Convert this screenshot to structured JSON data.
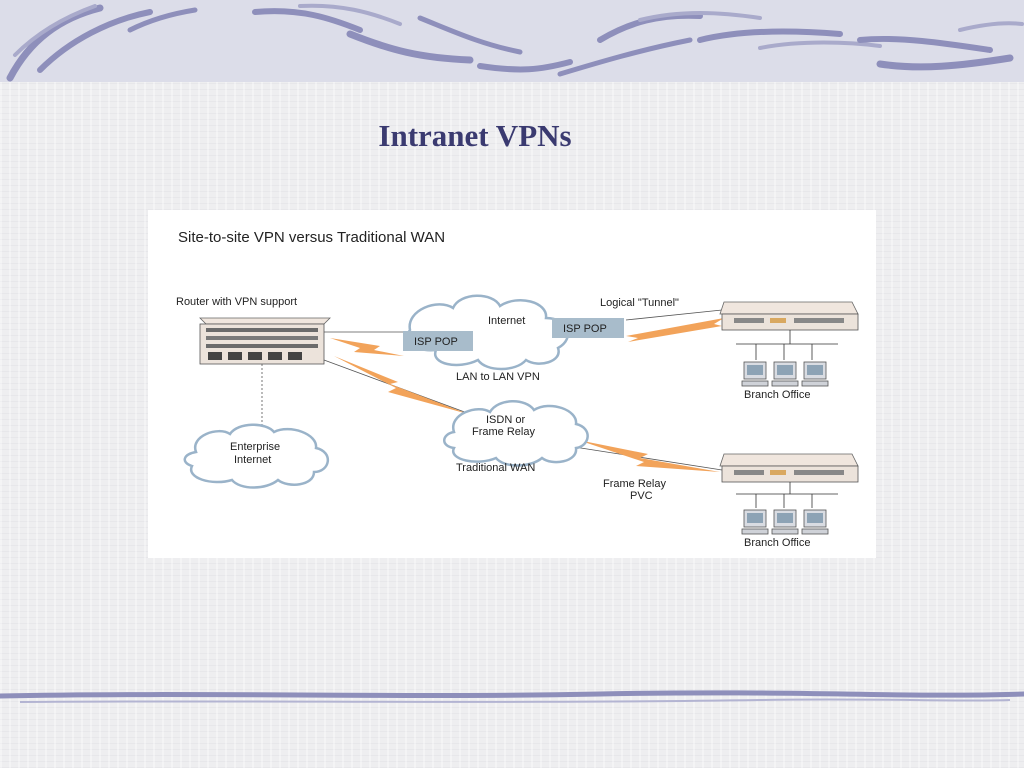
{
  "slide": {
    "title": "Intranet VPNs"
  },
  "diagram": {
    "title": "Site-to-site VPN versus Traditional WAN",
    "router_label": "Router with VPN support",
    "internet_cloud_label": "Internet",
    "isp_pop_left": "ISP POP",
    "isp_pop_right": "ISP POP",
    "tunnel_label": "Logical \"Tunnel\"",
    "lan_to_lan_label": "LAN to LAN VPN",
    "frame_relay_cloud_line1": "ISDN or",
    "frame_relay_cloud_line2": "Frame Relay",
    "traditional_wan_label": "Traditional WAN",
    "enterprise_cloud_line1": "Enterprise",
    "enterprise_cloud_line2": "Internet",
    "pvc_label_line1": "Frame Relay",
    "pvc_label_line2": "PVC",
    "branch_office_top": "Branch Office",
    "branch_office_bottom": "Branch Office"
  },
  "colors": {
    "title": "#3a3a70",
    "swoosh": "#8e8fbb",
    "cloud_fill": "#ffffff",
    "cloud_stroke": "#9ab3c9",
    "isp_box": "#a8bccb",
    "lightning": "#f2a35a"
  }
}
